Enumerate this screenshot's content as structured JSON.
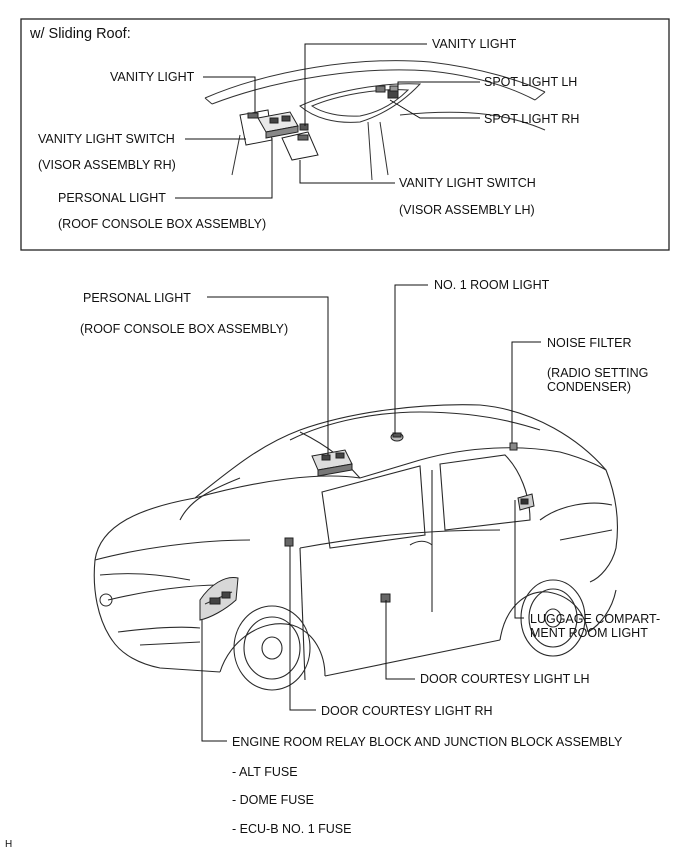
{
  "inset": {
    "title": "w/ Sliding Roof:",
    "labels": {
      "vanity_light_top": "VANITY LIGHT",
      "vanity_light_left": "VANITY LIGHT",
      "spot_light_lh": "SPOT LIGHT LH",
      "spot_light_rh": "SPOT LIGHT RH",
      "vanity_switch_rh": "VANITY LIGHT SWITCH",
      "visor_rh": "(VISOR ASSEMBLY RH)",
      "personal_light": "PERSONAL LIGHT",
      "roof_console": "(ROOF CONSOLE BOX ASSEMBLY)",
      "vanity_switch_lh": "VANITY LIGHT SWITCH",
      "visor_lh": "(VISOR ASSEMBLY LH)"
    }
  },
  "main": {
    "labels": {
      "personal_light": "PERSONAL LIGHT",
      "roof_console": "(ROOF CONSOLE BOX ASSEMBLY)",
      "no1_room_light": "NO. 1 ROOM LIGHT",
      "noise_filter": "NOISE FILTER",
      "radio_condenser": "(RADIO SETTING\nCONDENSER)",
      "luggage_light": "LUGGAGE COMPART-\nMENT ROOM LIGHT",
      "door_courtesy_lh": "DOOR COURTESY LIGHT  LH",
      "door_courtesy_rh": "DOOR COURTESY LIGHT  RH",
      "engine_room_block": "ENGINE ROOM RELAY BLOCK AND JUNCTION BLOCK ASSEMBLY",
      "fuses": [
        "- ALT FUSE",
        "- DOME FUSE",
        "- ECU-B NO. 1 FUSE"
      ]
    }
  },
  "corner_mark": "H"
}
